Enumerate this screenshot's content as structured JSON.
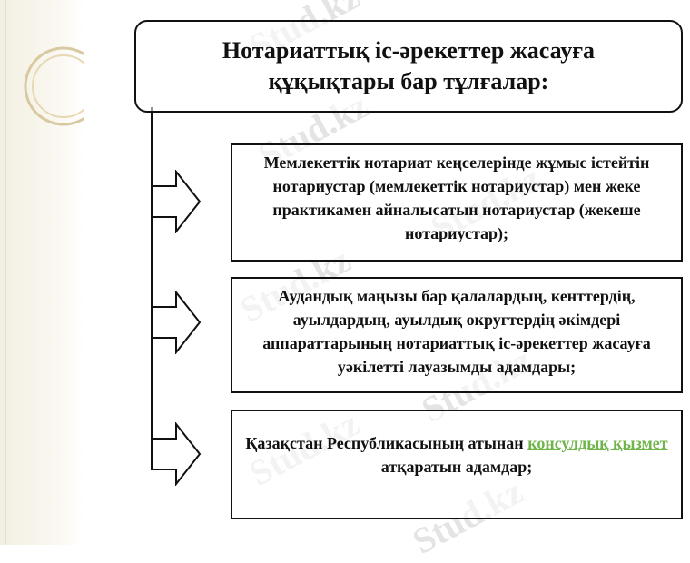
{
  "title": "Нотариаттық іс-әрекеттер жасауға құқықтары бар тұлғалар:",
  "items": [
    {
      "text": "Мемлекеттік нотариат кеңселерінде жұмыс істейтін нотариустар (мемлекеттік нотариустар) мен жеке практикамен айналысатын нотариустар (жекеше нотариустар);"
    },
    {
      "text": "Аудандық маңызы бар қалалардың, кенттердің, ауылдардың, ауылдық округтердің әкімдері аппараттарының нотариаттық іс-әрекеттер жасауға уәкілетті лауазымды адамдары;"
    },
    {
      "text_before": "Қазақстан Республикасының атынан",
      "link": "консулдық қызмет",
      "text_after": "атқаратын адамдар;"
    }
  ],
  "watermark": "Stud.kz",
  "colors": {
    "link": "#6fb54a",
    "border": "#111111"
  },
  "icons": {
    "arrow": "right-arrow-icon"
  }
}
